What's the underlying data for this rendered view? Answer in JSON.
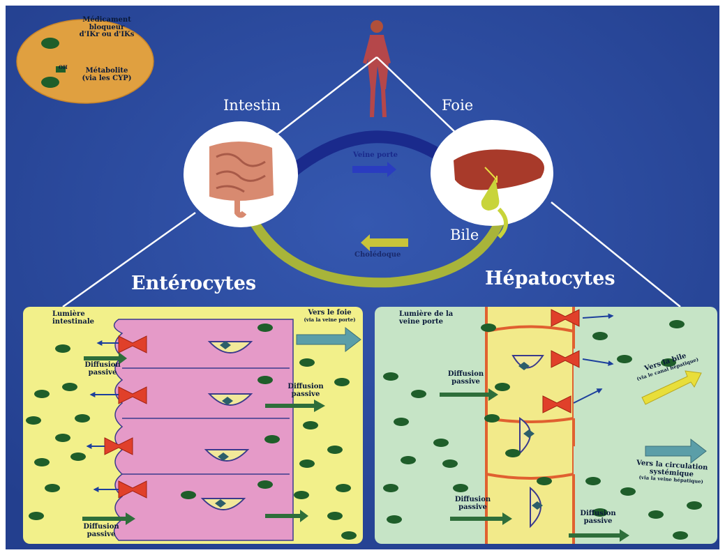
{
  "legend": {
    "drug_line1": "Médicament",
    "drug_line2": "bloqueur",
    "drug_line3": "d'I",
    "drug_line4": "Kr ou d'IKs",
    "metabolite_line1": "Métabolite",
    "metabolite_line2": "(via les CYP)",
    "oh": "OH"
  },
  "organs": {
    "intestin": "Intestin",
    "foie": "Foie",
    "bile": "Bile",
    "veine_porte": "Veine porte",
    "choledoque": "Cholédoque"
  },
  "headings": {
    "enterocytes": "Entérocytes",
    "hepatocytes": "Hépatocytes"
  },
  "left_panel": {
    "lumiere_line1": "Lumière",
    "lumiere_line2": "intestinale",
    "vers_foie_line1": "Vers le foie",
    "vers_foie_line2": "(via la veine porte)",
    "diffusion_line1": "Diffusion",
    "diffusion_line2": "passive"
  },
  "right_panel": {
    "lumiere_line1": "Lumière de la",
    "lumiere_line2": "veine porte",
    "vers_bile_line1": "Vers la bile",
    "vers_bile_line2": "(via le canal hépatique)",
    "vers_circ_line1": "Vers la circulation",
    "vers_circ_line2": "systémique",
    "vers_circ_line3": "(via la veine hépatique)",
    "diffusion_line1": "Diffusion",
    "diffusion_line2": "passive"
  },
  "colors": {
    "background": "#2a4a9c",
    "left_panel": "#f2f08a",
    "right_panel": "#c6e4c6",
    "cell_pink": "#e59ac8",
    "molecule": "#1f5e2a",
    "transporter": "#e0402a",
    "arrow_green": "#2e6e3a",
    "arrow_teal": "#5b9ea8",
    "arrow_yellow": "#e8de3a",
    "bile_arc": "#a8b43a",
    "portal_arc": "#1a2a8c",
    "legend_bg": "#e0a040"
  }
}
